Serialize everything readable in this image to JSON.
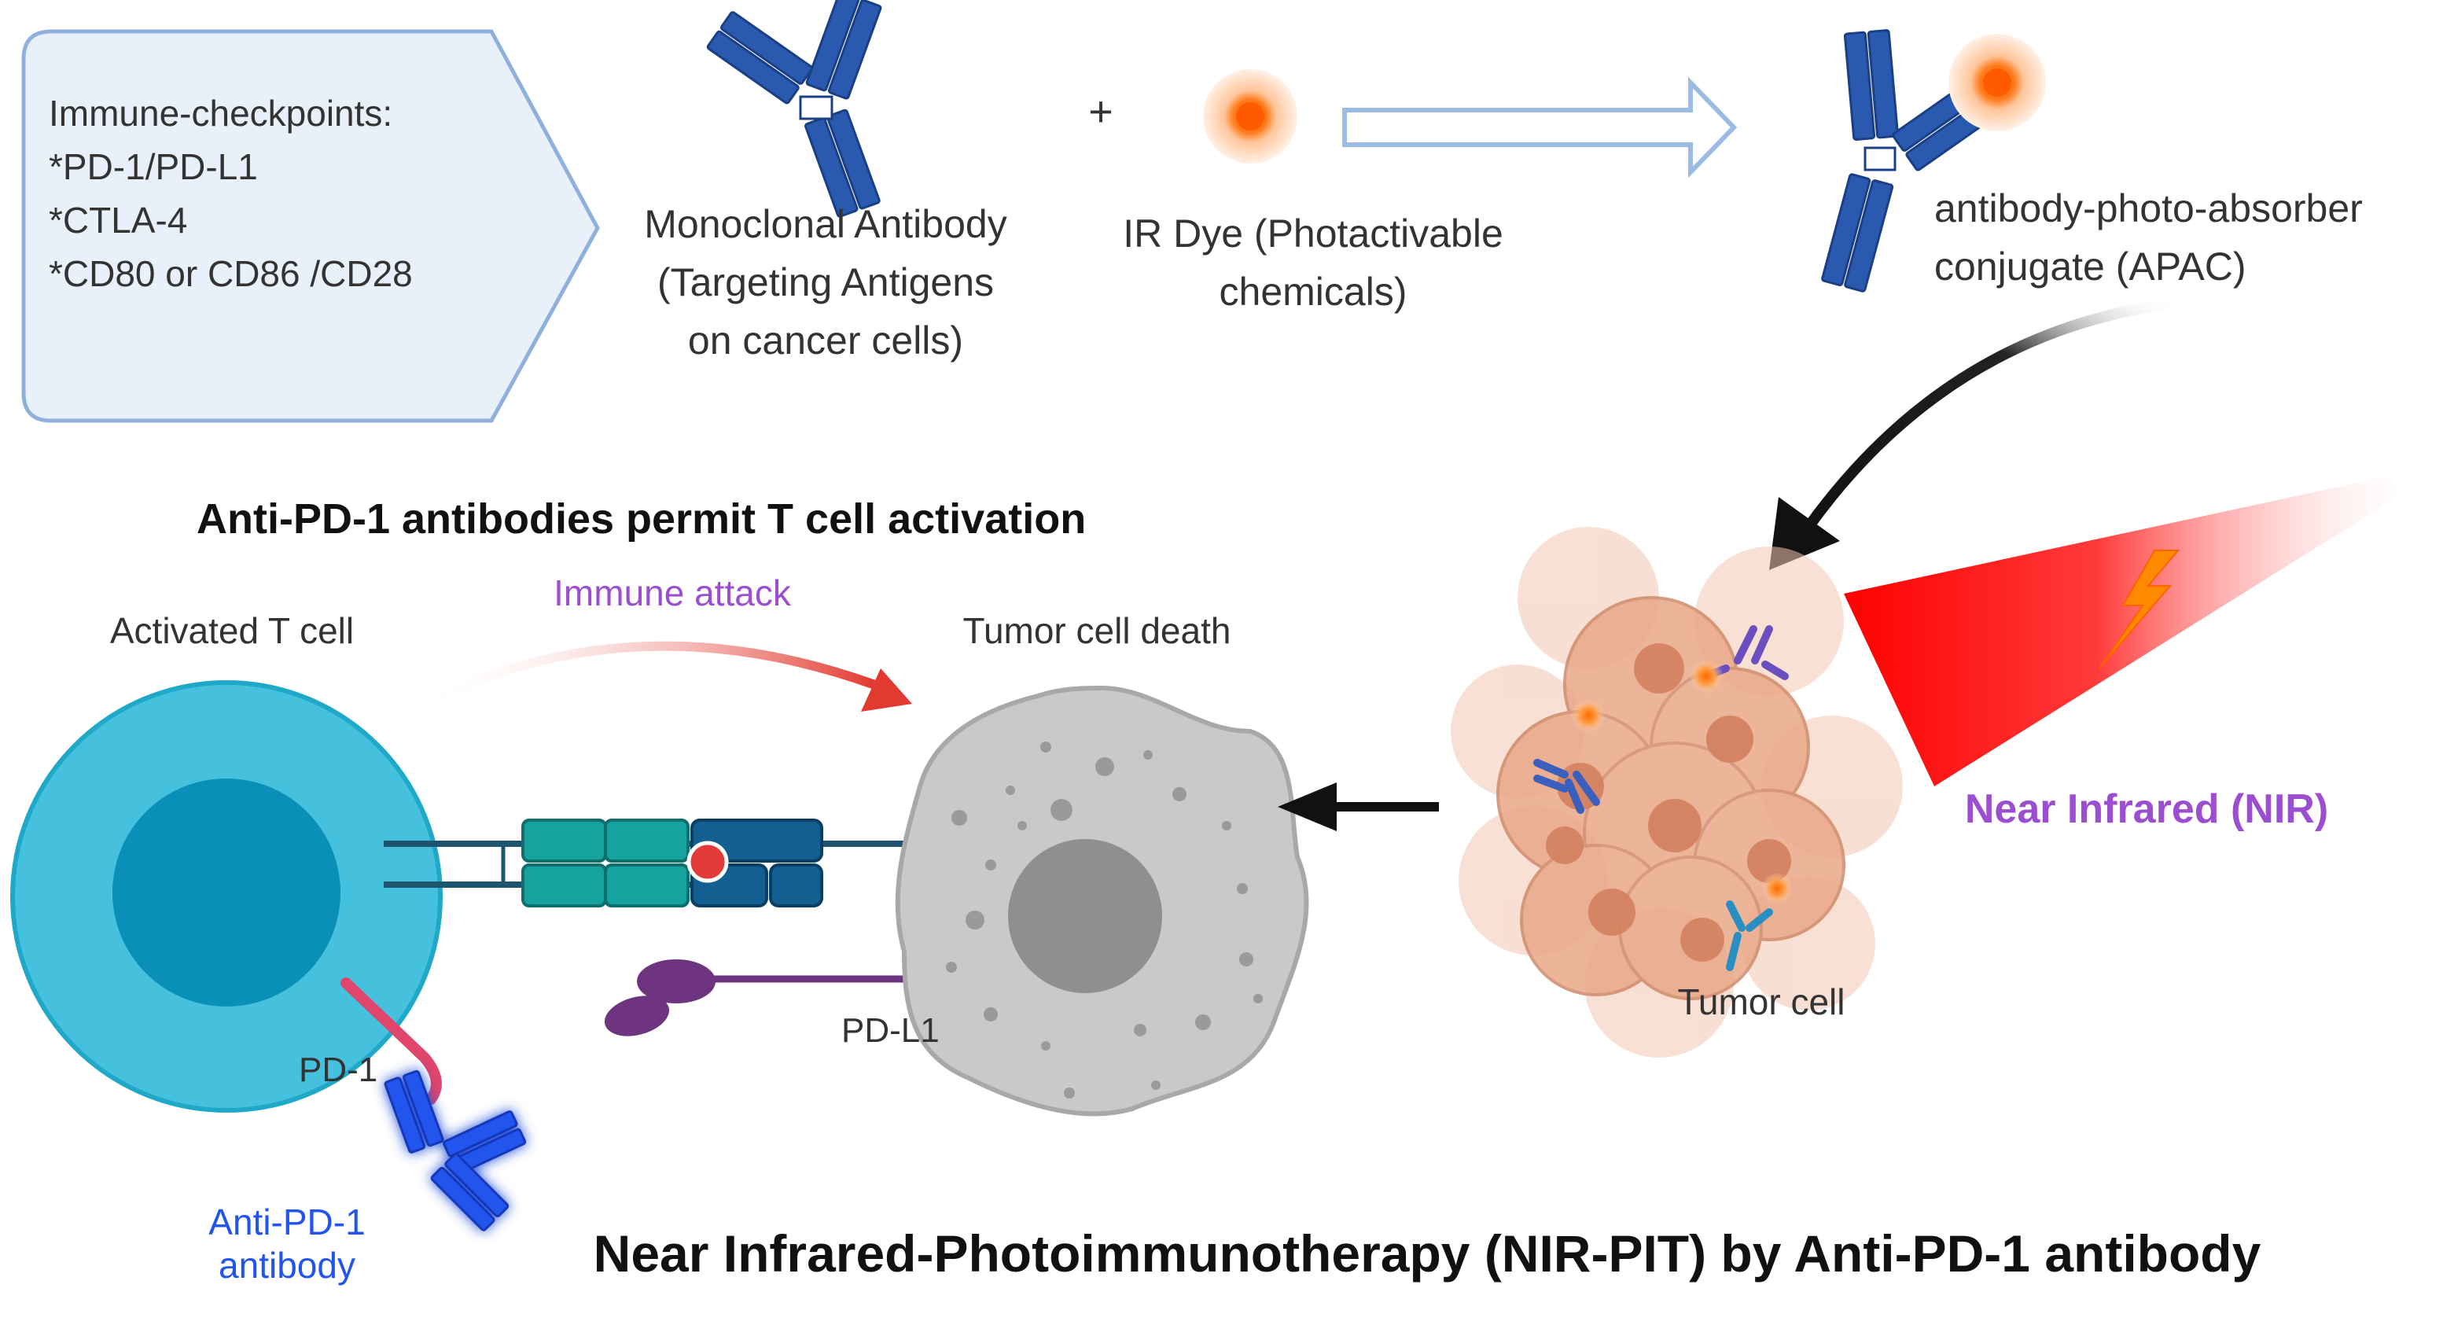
{
  "checkpoints": {
    "title": "Immune-checkpoints:",
    "items": [
      "*PD-1/PD-L1",
      "*CTLA-4",
      "*CD80 or CD86 /CD28"
    ]
  },
  "antibody_label": [
    "Monoclonal Antibody",
    "(Targeting Antigens",
    "on cancer cells)"
  ],
  "plus": "+",
  "dye_label": [
    "IR Dye (Photactivable",
    "chemicals)"
  ],
  "apac_label": [
    "antibody-photo-absorber",
    "conjugate (APAC)"
  ],
  "section_title": "Anti-PD-1 antibodies permit T cell activation",
  "immune_attack": "Immune attack",
  "activated_t_cell": "Activated T cell",
  "tumor_cell_death": "Tumor cell death",
  "tumor_cell": "Tumor cell",
  "nir_label": "Near Infrared (NIR)",
  "pd1": "PD-1",
  "pdl1": "PD-L1",
  "anti_pd1_label": [
    "Anti-PD-1",
    "antibody"
  ],
  "main_title": "Near Infrared-Photoimmunotherapy (NIR-PIT) by Anti-PD-1 antibody",
  "colors": {
    "antibody_blue": "#2a5ab0",
    "dye_orange": "#ff7a1a",
    "t_cell_outer": "#45c1dd",
    "t_cell_inner": "#0a90b8",
    "tumor_gray": "#c9c9c9",
    "purple_label": "#9b4fd0",
    "anti_pd1_blue": "#2255ee",
    "nir_red": "#ff1010"
  }
}
